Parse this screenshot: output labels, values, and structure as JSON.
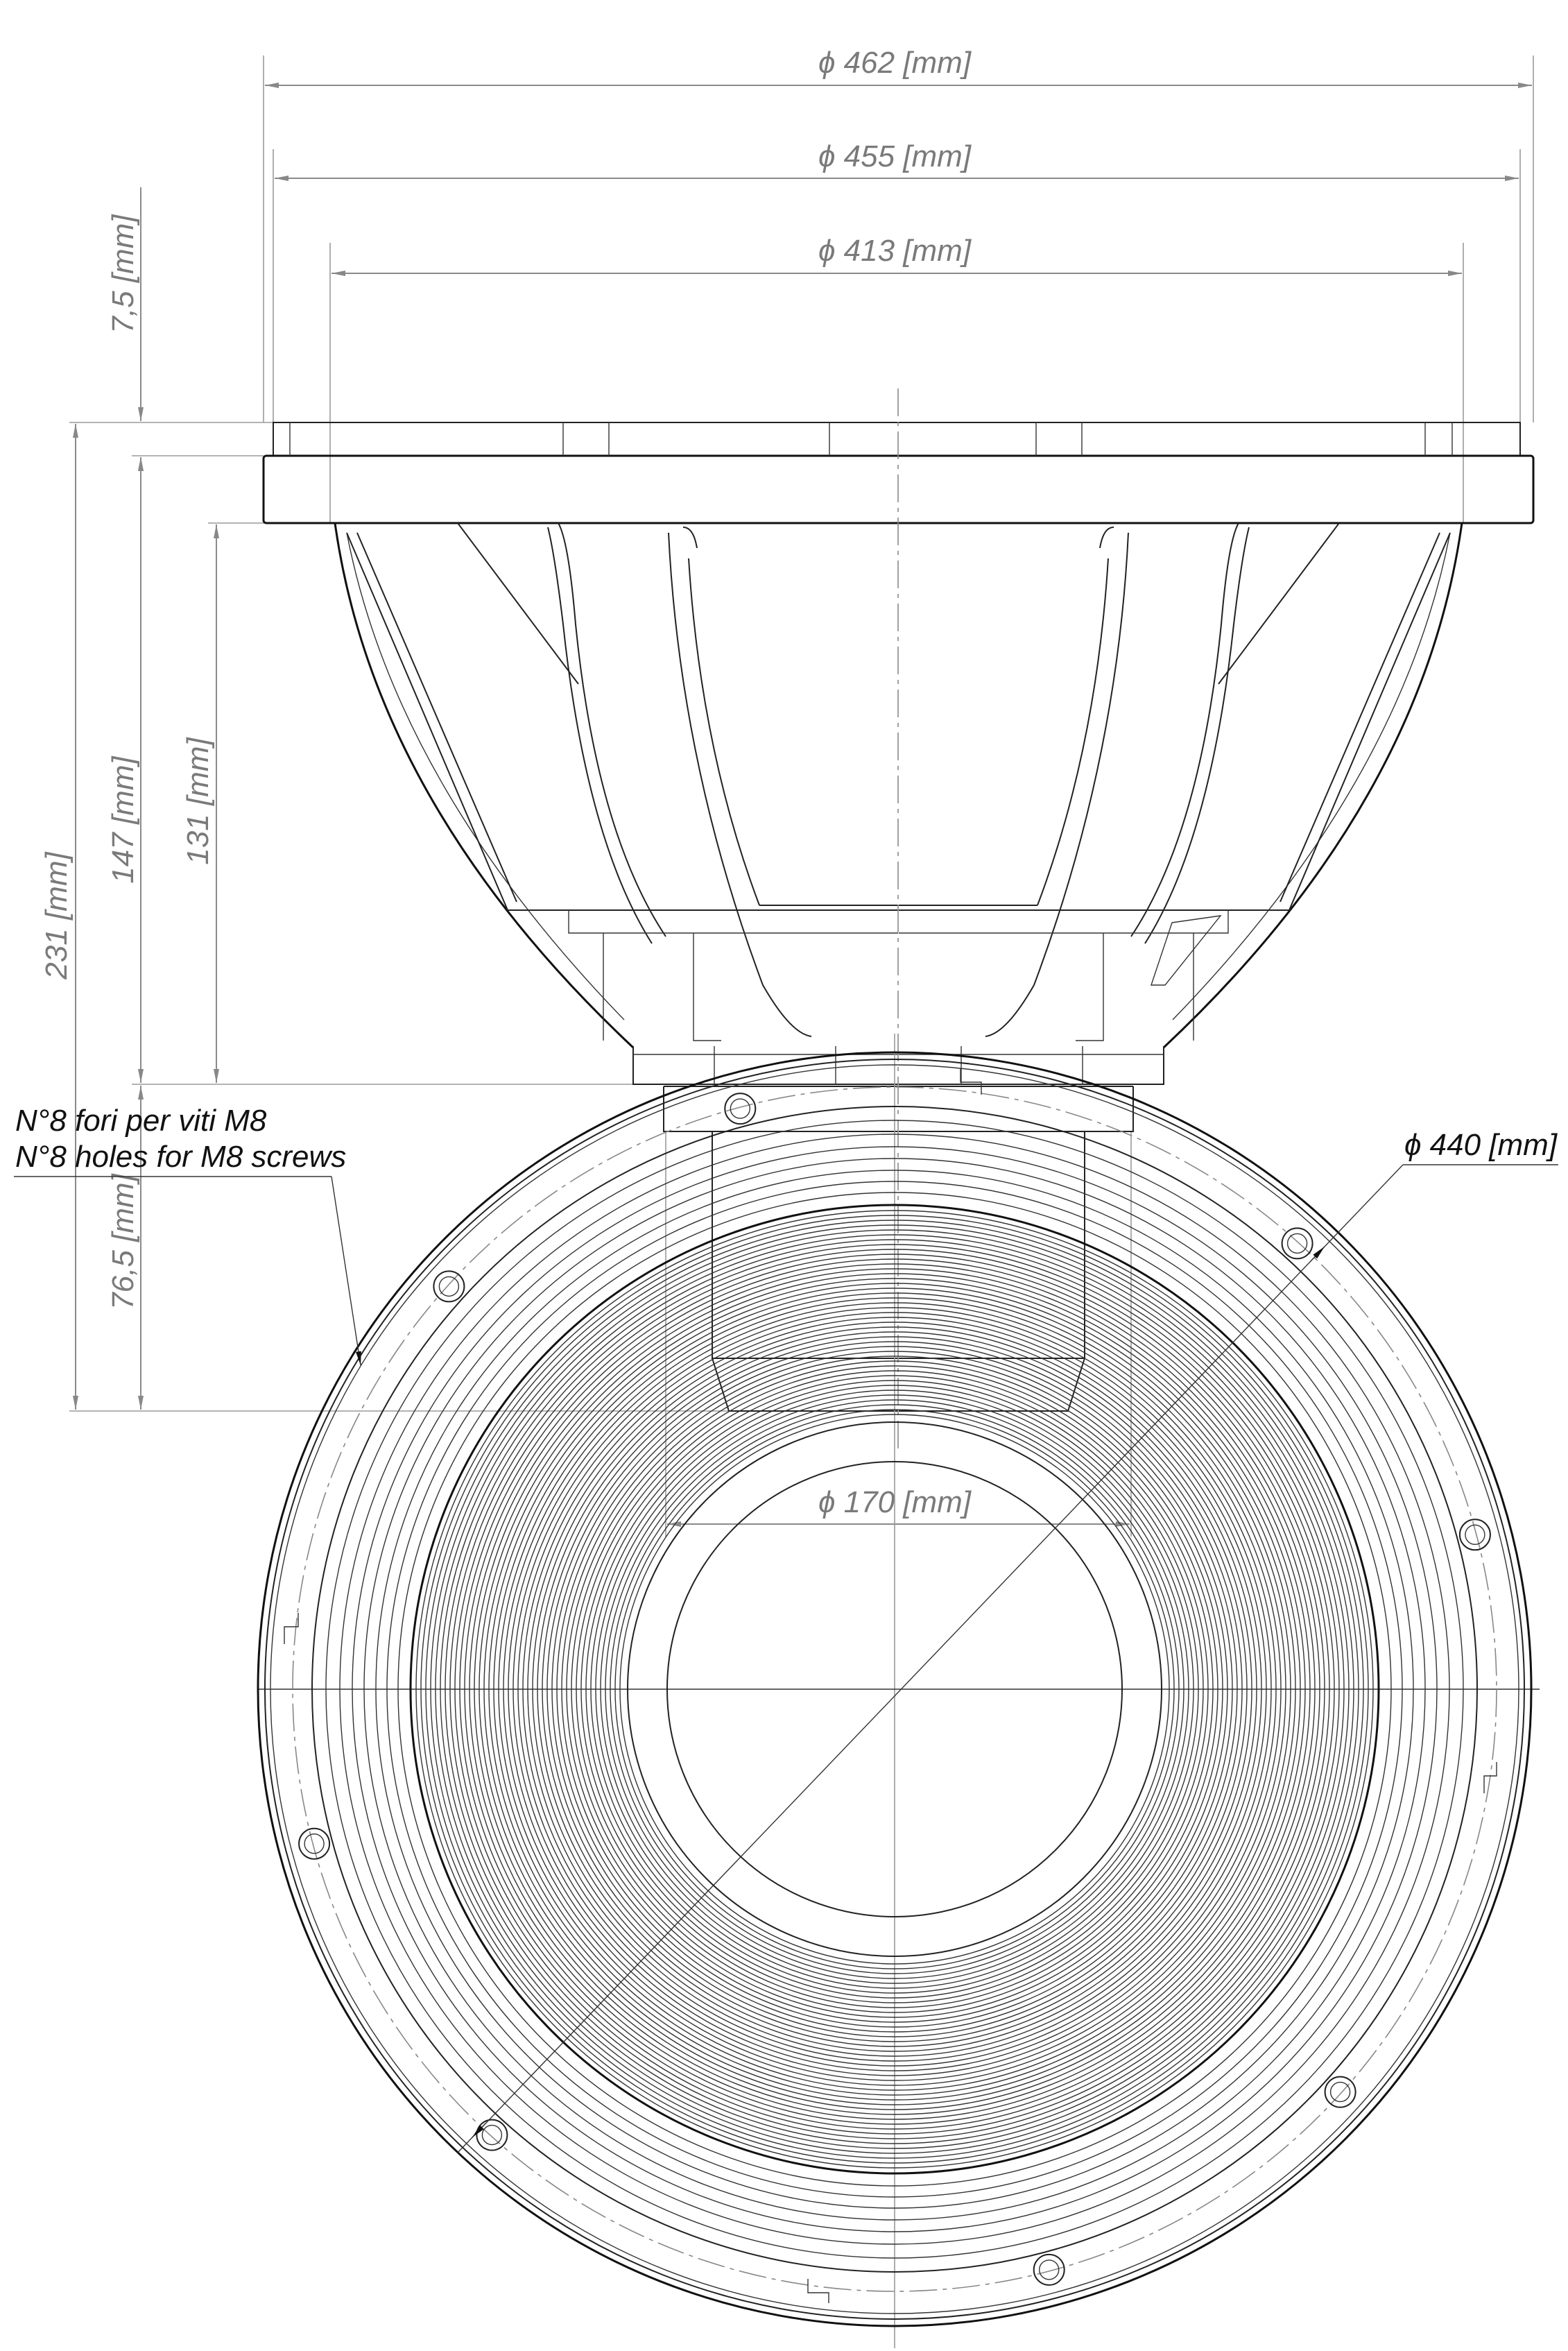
{
  "side_view": {
    "dimensions": {
      "outer_diameter": "ϕ 462 [mm]",
      "flange_diameter": "ϕ 455 [mm]",
      "basket_diameter": "ϕ 413 [mm]",
      "flange_thickness": "7,5 [mm]",
      "total_depth": "231 [mm]",
      "frame_depth": "147 [mm]",
      "basket_depth": "131 [mm]",
      "magnet_depth": "76,5 [mm]",
      "magnet_diameter": "ϕ 170 [mm]"
    }
  },
  "front_view": {
    "bolt_circle_diameter": "ϕ 440 [mm]",
    "holes_note_it": "N°8 fori per viti M8",
    "holes_note_en": "N°8 holes for M8 screws",
    "hole_count": 8
  }
}
